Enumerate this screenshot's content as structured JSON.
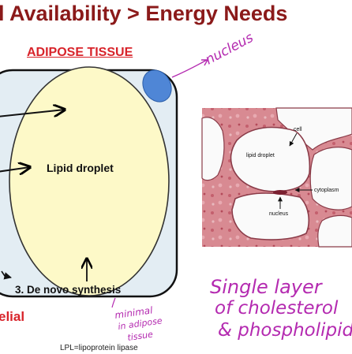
{
  "slide": {
    "title": "l Availability > Energy Needs",
    "section_heading": "ADIPOSE TISSUE",
    "partial_left_label": "elial",
    "caption": "LPL=lipoprotein lipase"
  },
  "diagram": {
    "droplet_label": "Lipid droplet",
    "step_label": "3.  De novo synthesis",
    "cell_fill": "#e3edf3",
    "droplet_fill": "#fdf9c8",
    "nucleus_fill": "#4f86d6"
  },
  "micrograph": {
    "labels": {
      "cell": "cell",
      "lipid_droplet": "lipid droplet",
      "cytoplasm": "cytoplasm",
      "nucleus": "nucleus"
    }
  },
  "annotations": {
    "nucleus_note": "nucleus",
    "minimal_note": [
      "minimal",
      "in adipose",
      "tissue"
    ],
    "single_layer_note": [
      "Single layer",
      "of cholesterol",
      "& phospholipid"
    ],
    "ink_color": "#b42ab0"
  }
}
